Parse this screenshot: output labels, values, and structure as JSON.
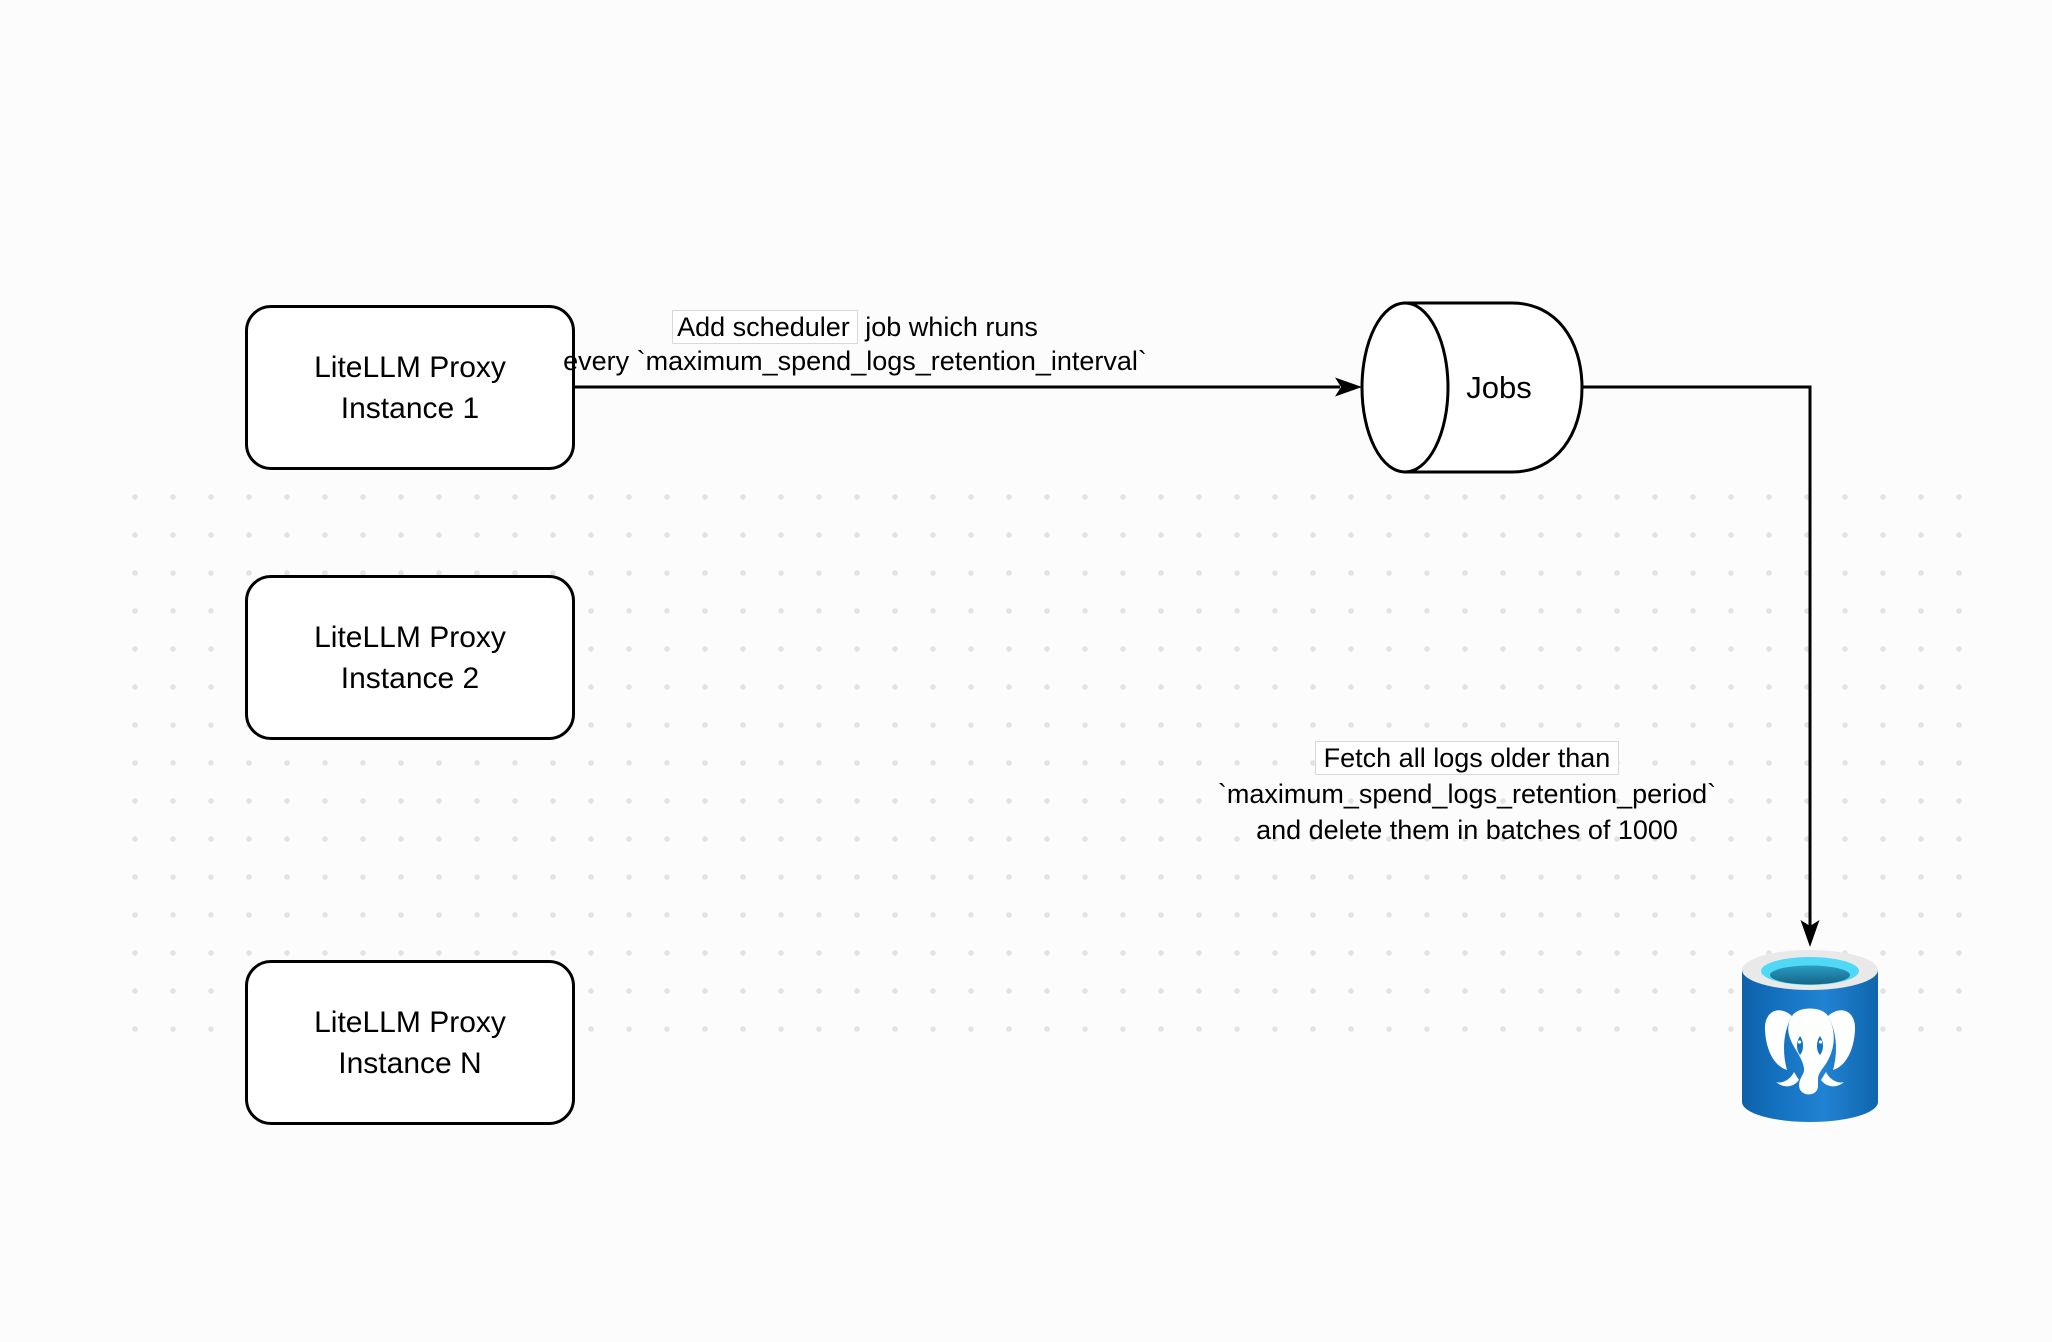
{
  "canvas": {
    "background_color": "#fcfcfc",
    "dot_grid_color": "#e3e3e3"
  },
  "nodes": {
    "proxy_instance_1": {
      "line1": "LiteLLM Proxy",
      "line2": "Instance 1"
    },
    "proxy_instance_2": {
      "line1": "LiteLLM Proxy",
      "line2": "Instance 2"
    },
    "proxy_instance_n": {
      "line1": "LiteLLM Proxy",
      "line2": "Instance N"
    },
    "jobs_queue": {
      "label": "Jobs",
      "shape": "horizontal-cylinder"
    },
    "postgres_database": {
      "icon": "postgresql-database-icon",
      "body_blue": "#1373c4",
      "body_blue_dark": "#0e61a9",
      "rim_gray": "#e9e9e9",
      "opening_cyan": "#4fd9f7",
      "liquid_teal": "#1b7fa6"
    }
  },
  "edges": {
    "add_scheduler_job": {
      "line1_boxed": "Add scheduler",
      "line1_rest": " job which runs",
      "line2": "every `maximum_spend_logs_retention_interval`"
    },
    "fetch_and_delete": {
      "line1": "Fetch all logs older than",
      "line2": "`maximum_spend_logs_retention_period`",
      "line3": "and delete them in batches of 1000"
    }
  }
}
